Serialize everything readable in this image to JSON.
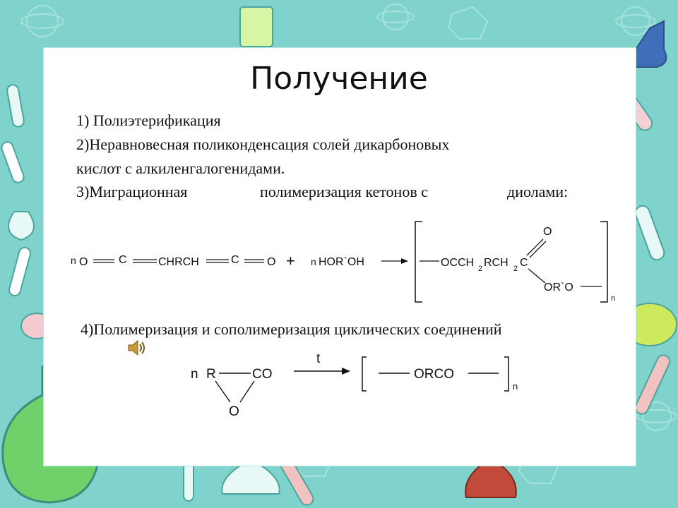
{
  "title": "Получение",
  "items": [
    "1) Полиэтерификация",
    "2)Неравновесная поликонденсация солей дикарбоновых",
    "кислот с алкиленгалогенидами.",
    "3)Миграционная",
    "полимеризация кетонов с",
    "диолами:",
    "4)Полимеризация и сополимеризация циклических соединений"
  ],
  "reaction1": {
    "coef_n": "n",
    "o1": "O",
    "c1": "C",
    "chrch": "CHRCH",
    "c2": "C",
    "o2": "O",
    "plus": "+",
    "n2": "n",
    "diol": "HOR`OH",
    "p_occh": "OCCH",
    "p_sub1": "2",
    "p_rch": "RCH",
    "p_sub2": "2",
    "p_c": "C",
    "p_o": "O",
    "p_or": "OR`O",
    "p_n": "n"
  },
  "reaction2": {
    "n": "n",
    "r": "R",
    "co": "CO",
    "o": "O",
    "t": "t",
    "orco": "ORCO",
    "sub_n": "n"
  },
  "colors": {
    "frame": "#7fd3cc",
    "card": "#ffffff",
    "text": "#111111"
  }
}
